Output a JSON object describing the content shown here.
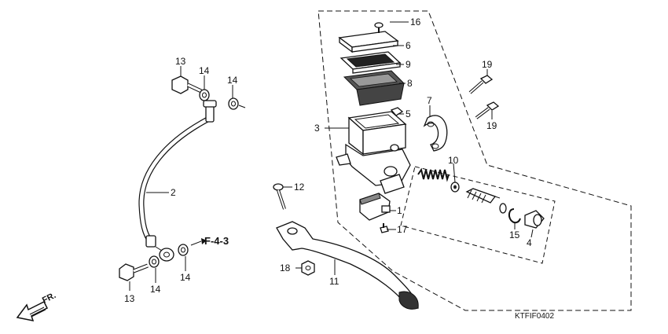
{
  "callouts": {
    "c1": "1",
    "c2": "2",
    "c3": "3",
    "c4": "4",
    "c5": "5",
    "c6": "6",
    "c7": "7",
    "c8": "8",
    "c9": "9",
    "c10": "10",
    "c11": "11",
    "c12": "12",
    "c13a": "13",
    "c13b": "13",
    "c14a": "14",
    "c14b": "14",
    "c14c": "14",
    "c14d": "14",
    "c15": "15",
    "c16": "16",
    "c17": "17",
    "c18": "18",
    "c19a": "19",
    "c19b": "19"
  },
  "reference": "F-4-3",
  "direction": "FR.",
  "diagram_code": "KTFIF0402",
  "icons": {
    "direction_arrow": "front-direction-arrow-icon",
    "reference_arrow": "reference-arrow-icon"
  },
  "colors": {
    "ink": "#111111",
    "background": "#ffffff"
  }
}
